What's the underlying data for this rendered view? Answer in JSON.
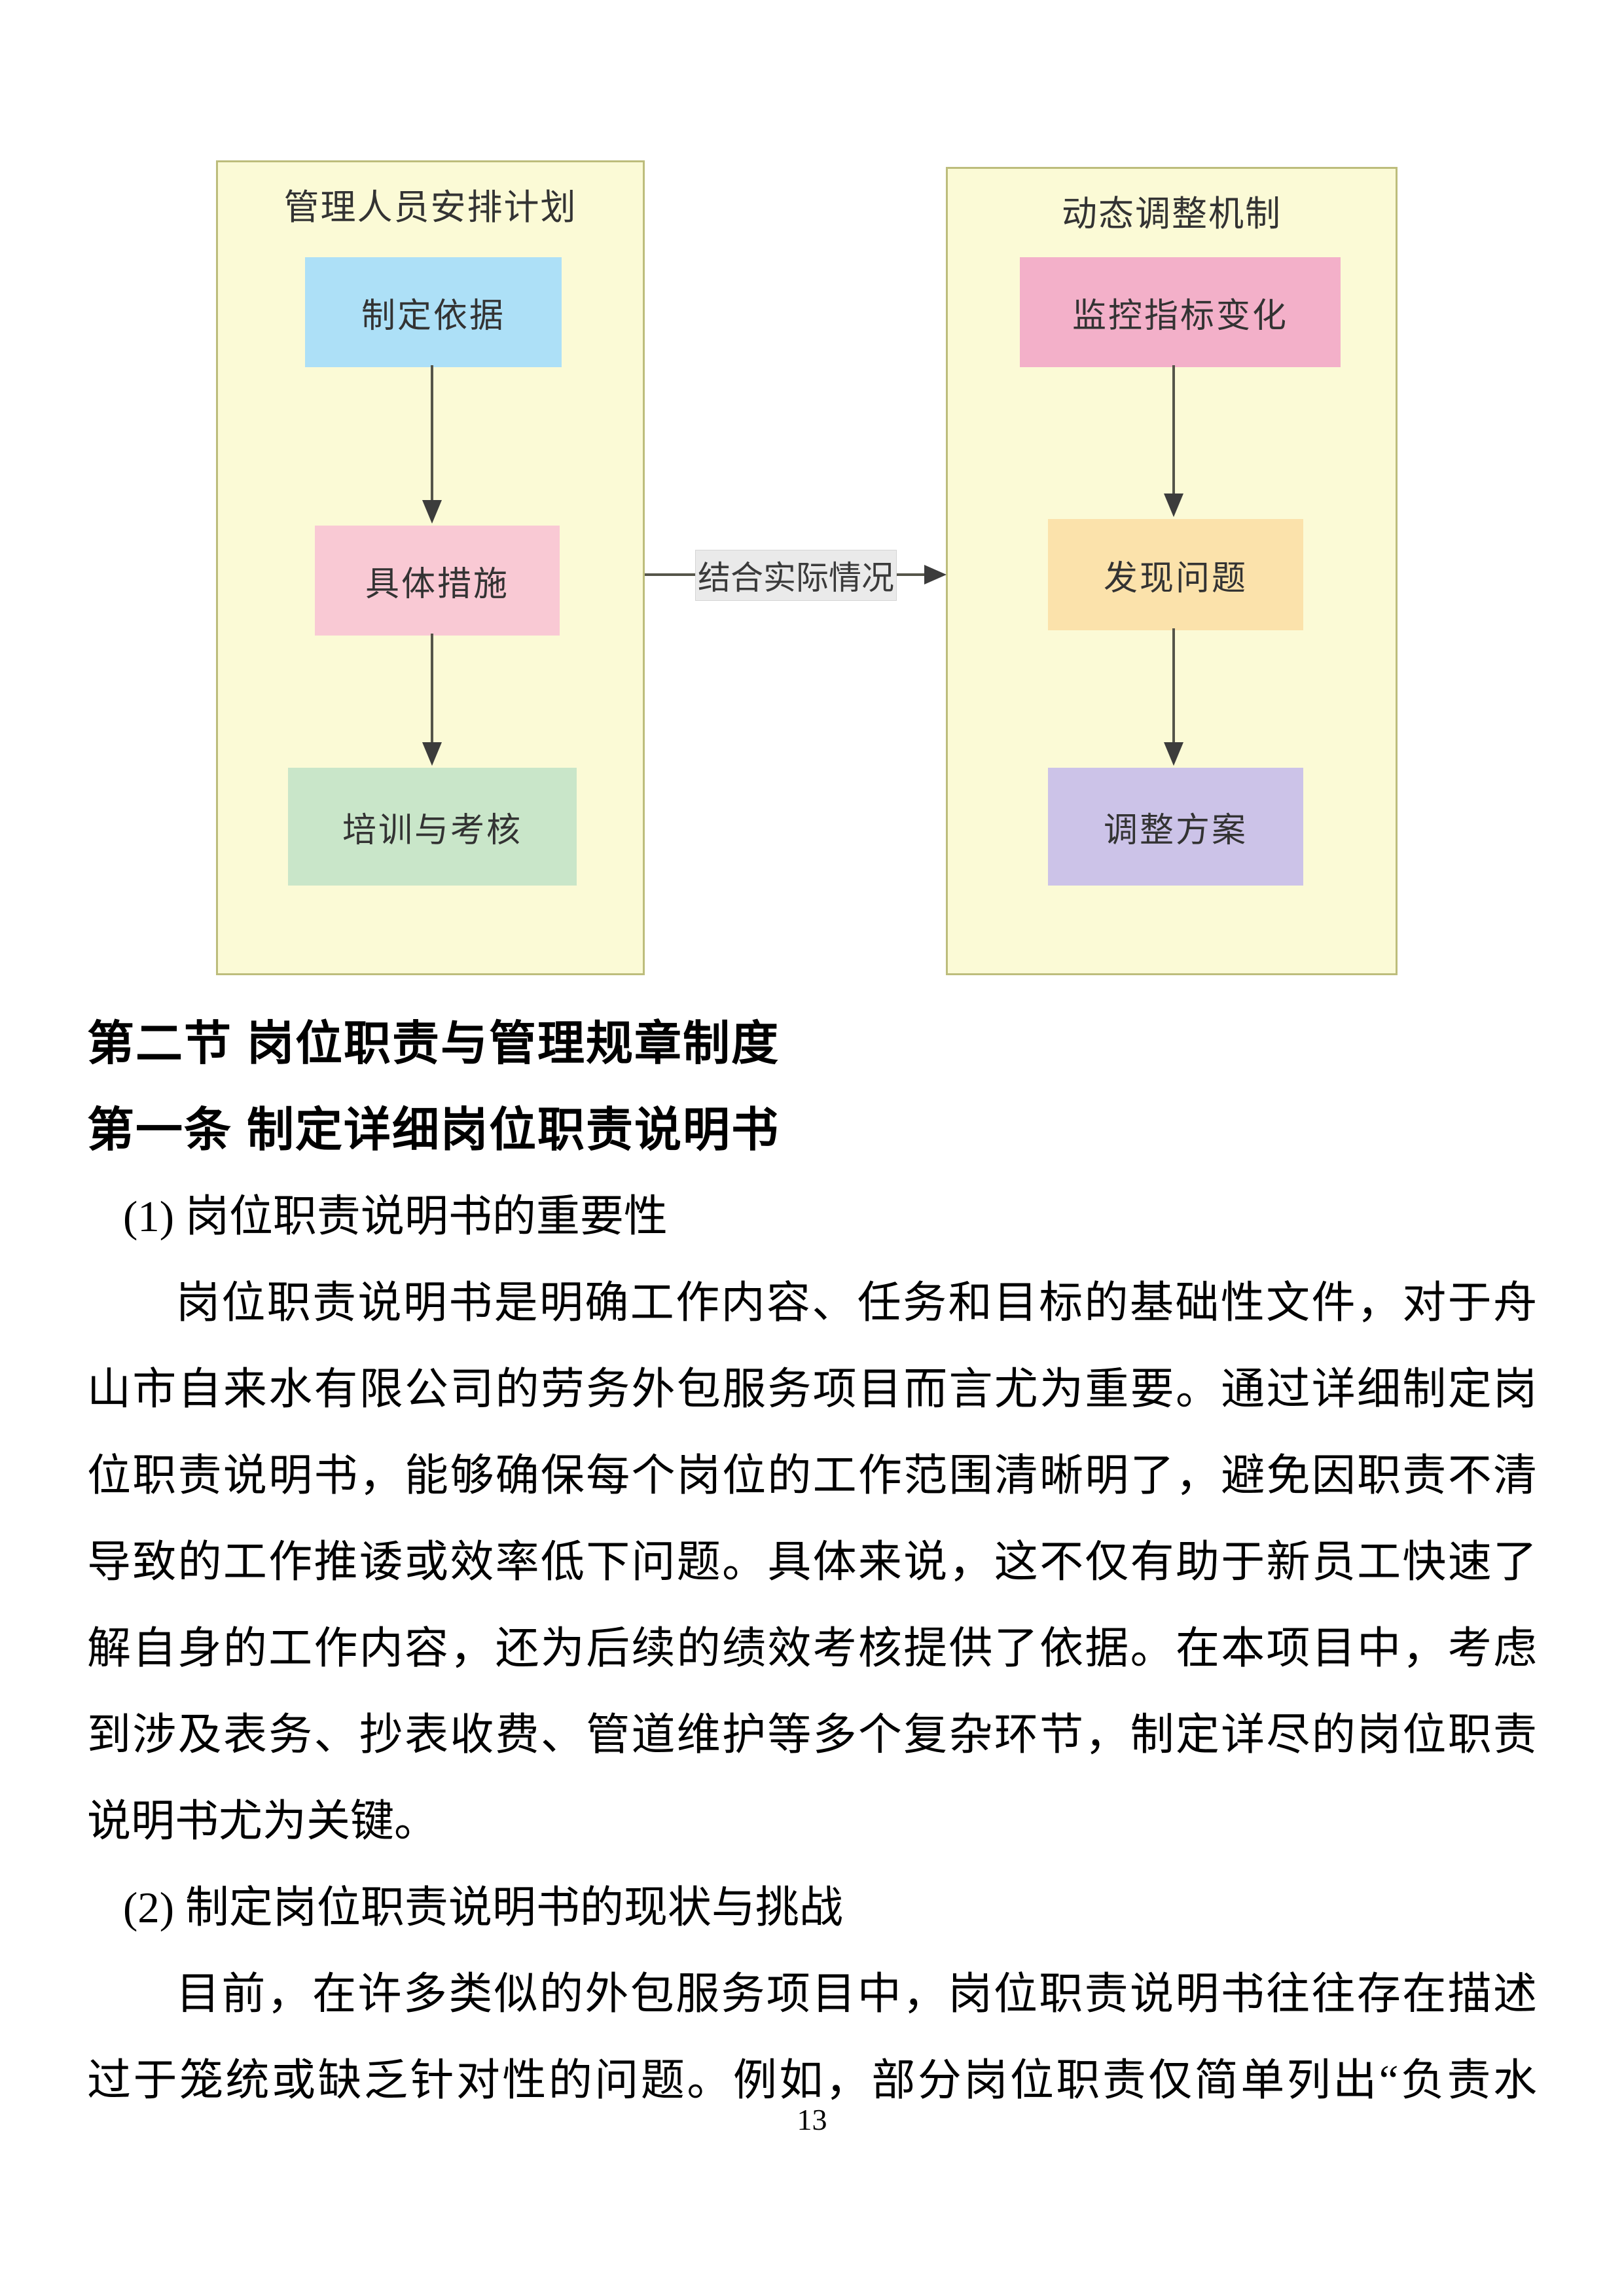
{
  "flowchart": {
    "left_panel": {
      "title": "管理人员安排计划",
      "panel_bg": "#fbfad6",
      "panel_border": "#bdbd7c",
      "nodes": [
        {
          "label": "制定依据",
          "bg": "#ade0f7"
        },
        {
          "label": "具体措施",
          "bg": "#f9c9d4"
        },
        {
          "label": "培训与考核",
          "bg": "#c9e6c9"
        }
      ]
    },
    "right_panel": {
      "title": "动态调整机制",
      "panel_bg": "#fbfad6",
      "panel_border": "#bdbd7c",
      "nodes": [
        {
          "label": "监控指标变化",
          "bg": "#f3b0c9"
        },
        {
          "label": "发现问题",
          "bg": "#fbe2ab"
        },
        {
          "label": "调整方案",
          "bg": "#ccc3e8"
        }
      ]
    },
    "connector": {
      "label": "结合实际情况",
      "label_bg": "#eaeaea"
    }
  },
  "content": {
    "heading_section": "第二节 岗位职责与管理规章制度",
    "heading_article": "第一条 制定详细岗位职责说明书",
    "sub_item_1": "(1) 岗位职责说明书的重要性",
    "para1": [
      "岗位职责说明书是明确工作内容、任务和目标的基础性文件，对于舟",
      "山市自来水有限公司的劳务外包服务项目而言尤为重要。通过详细制定岗",
      "位职责说明书，能够确保每个岗位的工作范围清晰明了，避免因职责不清",
      "导致的工作推诿或效率低下问题。具体来说，这不仅有助于新员工快速了",
      "解自身的工作内容，还为后续的绩效考核提供了依据。在本项目中，考虑",
      "到涉及表务、抄表收费、管道维护等多个复杂环节，制定详尽的岗位职责",
      "说明书尤为关键。"
    ],
    "sub_item_2": "(2) 制定岗位职责说明书的现状与挑战",
    "para2": [
      "目前，在许多类似的外包服务项目中，岗位职责说明书往往存在描述",
      "过于笼统或缺乏针对性的问题。例如，部分岗位职责仅简单列出“负责水"
    ]
  },
  "page_number": "13"
}
